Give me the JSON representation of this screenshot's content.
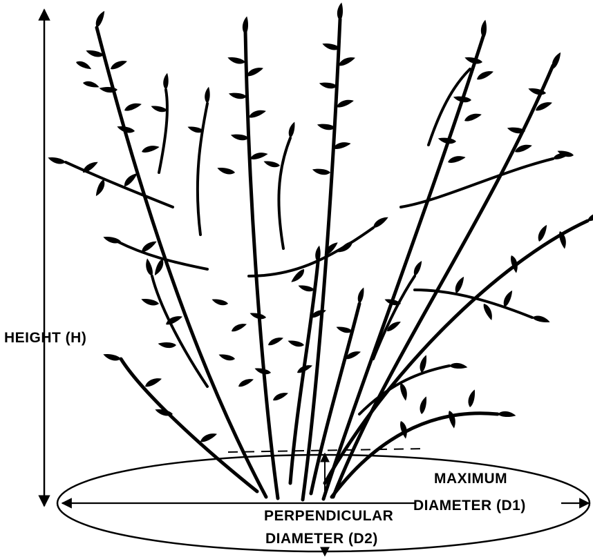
{
  "labels": {
    "height": "HEIGHT (H)",
    "max_diameter_line1": "MAXIMUM",
    "max_diameter_line2": "DIAMETER (D1)",
    "perp_diameter_line1": "PERPENDICULAR",
    "perp_diameter_line2": "DIAMETER (D2)"
  },
  "colors": {
    "ink": "#000000",
    "background": "#ffffff"
  }
}
